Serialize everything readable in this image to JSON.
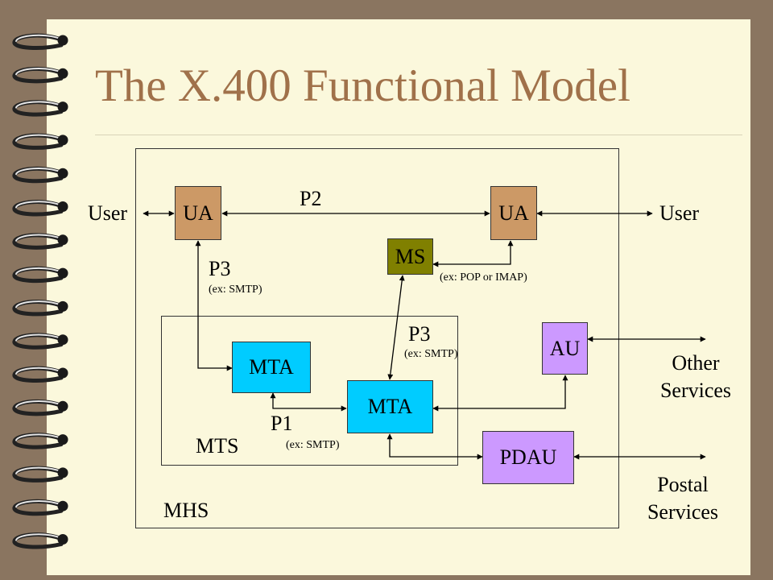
{
  "title": "The X.400 Functional Model",
  "colors": {
    "ua": "#cc9966",
    "ms": "#808000",
    "mta": "#00ccff",
    "au": "#cc99ff",
    "pdau": "#cc99ff",
    "title": "#a0714a",
    "paper": "#fbf8dc",
    "background": "#8a7560"
  },
  "nodes": {
    "ua_left": "UA",
    "ua_right": "UA",
    "ms": "MS",
    "mta_left": "MTA",
    "mta_center": "MTA",
    "au": "AU",
    "pdau": "PDAU"
  },
  "labels": {
    "user_left": "User",
    "user_right": "User",
    "p2": "P2",
    "p3_left": "P3",
    "p3_left_example": "(ex: SMTP)",
    "ms_example": "(ex: POP or IMAP)",
    "p3_center": "P3",
    "p3_center_example": "(ex: SMTP)",
    "p1": "P1",
    "p1_example": "(ex: SMTP)",
    "mts": "MTS",
    "mhs": "MHS",
    "other_services": [
      "Other",
      "Services"
    ],
    "postal_services": [
      "Postal",
      "Services"
    ]
  },
  "icons": [
    "spiral-binding-icon",
    "arrow-icon"
  ]
}
